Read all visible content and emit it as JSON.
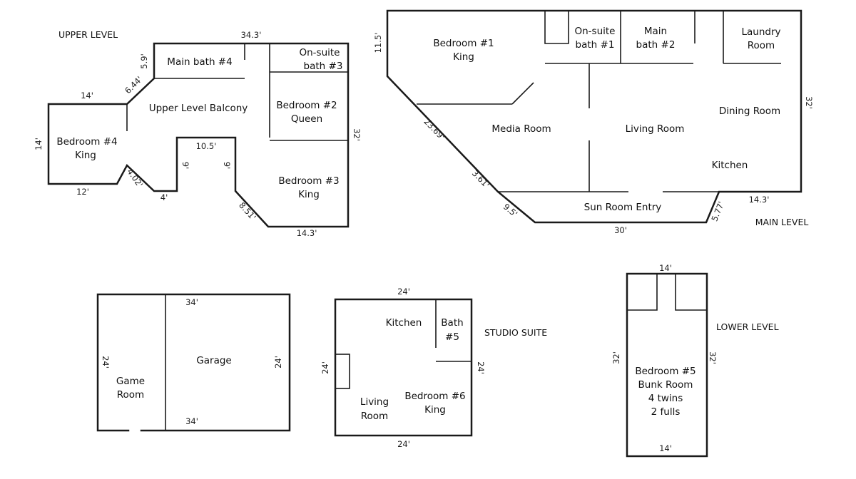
{
  "levels": {
    "upper": "UPPER LEVEL",
    "main": "MAIN LEVEL",
    "studio": "STUDIO SUITE",
    "lower": "LOWER LEVEL"
  },
  "upper": {
    "main_bath_4": "Main bath #4",
    "onsuite_bath_3": [
      "On-suite",
      "bath #3"
    ],
    "balcony": "Upper Level Balcony",
    "bedroom_2": [
      "Bedroom #2",
      "Queen"
    ],
    "bedroom_4": [
      "Bedroom #4",
      "King"
    ],
    "bedroom_3": [
      "Bedroom #3",
      "King"
    ],
    "dims": {
      "top": "34.3'",
      "bath_side": "5.9'",
      "diag_top": "6.44'",
      "bed4_top": "14'",
      "bed4_left": "14'",
      "bed4_bottom": "12'",
      "notch_diag": "4.02'",
      "notch_bottom": "4'",
      "step_left": "9'",
      "step_top": "10.5'",
      "step_right": "9'",
      "diag_bottom": "8.51'",
      "bottom": "14.3'",
      "right": "32'"
    }
  },
  "main": {
    "bedroom_1": [
      "Bedroom #1",
      "King"
    ],
    "onsuite_bath_1": [
      "On-suite",
      "bath #1"
    ],
    "main_bath_2": [
      "Main",
      "bath #2"
    ],
    "laundry": [
      "Laundry",
      "Room"
    ],
    "dining": "Dining Room",
    "media": "Media Room",
    "living": "Living Room",
    "kitchen": "Kitchen",
    "sun_room": "Sun Room Entry",
    "dims": {
      "left": "11.5'",
      "right": "32'",
      "diag_long": "23.69'",
      "diag_short": "3.61'",
      "diag_sun": "9.5'",
      "bottom": "30'",
      "diag_right": "5.77'",
      "bottom_right": "14.3'"
    }
  },
  "garage_block": {
    "game_room": [
      "Game",
      "Room"
    ],
    "garage": "Garage",
    "dims": {
      "top": "34'",
      "bottom": "34'",
      "left": "24'",
      "right": "24'"
    }
  },
  "studio": {
    "kitchen": "Kitchen",
    "bath_5": [
      "Bath",
      "#5"
    ],
    "living": [
      "Living",
      "Room"
    ],
    "bedroom_6": [
      "Bedroom #6",
      "King"
    ],
    "dims": {
      "top": "24'",
      "bottom": "24'",
      "left": "24'",
      "right": "24'"
    }
  },
  "lower": {
    "bedroom_5": [
      "Bedroom #5",
      "Bunk Room",
      "4 twins",
      "2 fulls"
    ],
    "dims": {
      "top": "14'",
      "bottom": "14'",
      "left": "32'",
      "right": "32'"
    }
  }
}
